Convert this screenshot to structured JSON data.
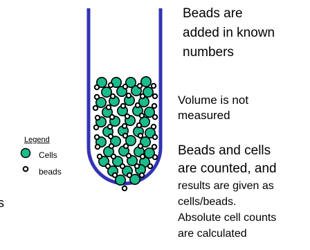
{
  "texts": {
    "beads_added": [
      "Beads are",
      "added in known",
      "numbers"
    ],
    "volume": [
      "Volume is not",
      "measured"
    ],
    "counted_large": [
      "Beads and cells",
      "are counted, and"
    ],
    "counted_small": [
      "results are given as",
      "cells/beads.",
      "Absolute cell counts",
      "are calculated"
    ],
    "edge_fragment": "s"
  },
  "legend": {
    "title": "Legend",
    "items": [
      {
        "label": "Cells",
        "icon": "green-circle-icon"
      },
      {
        "label": "beads",
        "icon": "bead-ring-icon"
      }
    ]
  },
  "colors": {
    "tube": "#3333b5",
    "cell_fill": "#1abc8c",
    "cell_stroke": "#000000",
    "bead_stroke": "#000000"
  },
  "icons": [
    "test-tube-icon",
    "cell-icon",
    "bead-icon"
  ]
}
